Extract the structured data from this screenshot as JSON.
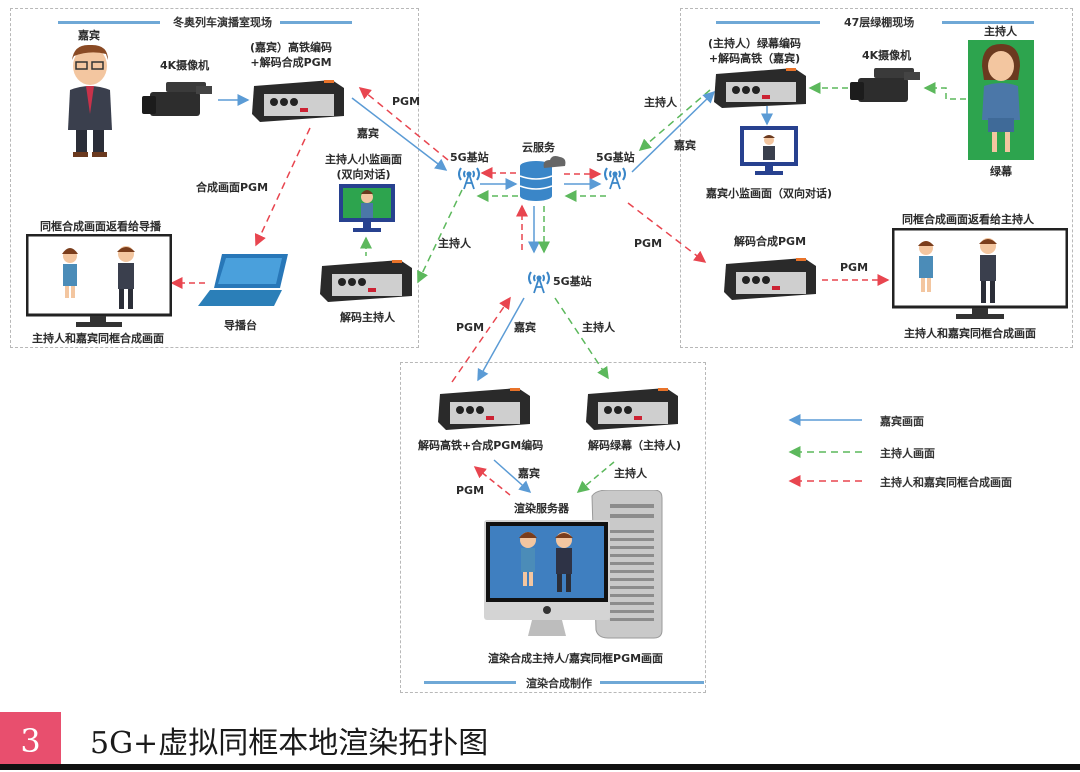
{
  "regions": {
    "train_studio": {
      "title": "冬奥列车演播室现场"
    },
    "greenscreen_47f": {
      "title": "47层绿棚现场"
    },
    "render_production": {
      "title": "渲染合成制作"
    }
  },
  "train_studio": {
    "guest_label": "嘉宾",
    "camera_label": "4K摄像机",
    "encoder_label_line1": "(嘉宾）高铁编码",
    "encoder_label_line2": "+解码合成PGM",
    "host_monitor_label_line1": "主持人小监画面",
    "host_monitor_label_line2": "(双向对话)",
    "decoder_host_label": "解码主持人",
    "director_label": "导播台",
    "return_monitor_title": "同框合成画面返看给导播",
    "return_monitor_caption": "主持人和嘉宾同框合成画面",
    "edge_pgm_composite": "合成画面PGM"
  },
  "greenscreen_47f": {
    "host_label": "主持人",
    "greenscreen_label": "绿幕",
    "camera_label": "4K摄像机",
    "encoder_label_line1": "(主持人）绿幕编码",
    "encoder_label_line2": "+解码高铁（嘉宾)",
    "guest_monitor_label": "嘉宾小监画面（双向对话)",
    "decoder_pgm_label": "解码合成PGM",
    "return_monitor_title": "同框合成画面返看给主持人",
    "return_monitor_caption": "主持人和嘉宾同框合成画面",
    "edge_pgm": "PGM"
  },
  "core": {
    "cloud_label": "云服务",
    "bs_left_label": "5G基站",
    "bs_right_label": "5G基站",
    "bs_bottom_label": "5G基站",
    "edge_left_pgm": "PGM",
    "edge_left_guest": "嘉宾",
    "edge_left_host": "主持人",
    "edge_right_host": "主持人",
    "edge_right_guest": "嘉宾",
    "edge_right_pgm": "PGM",
    "edge_bottom_pgm": "PGM",
    "edge_bottom_guest": "嘉宾",
    "edge_bottom_host": "主持人"
  },
  "render_production": {
    "decoder_train_label": "解码高铁+合成PGM编码",
    "decoder_green_label": "解码绿幕（主持人)",
    "render_server_label": "渲染服务器",
    "render_caption": "渲染合成主持人/嘉宾同框PGM画面",
    "edge_pgm": "PGM",
    "edge_guest": "嘉宾",
    "edge_host": "主持人"
  },
  "legend": {
    "items": [
      {
        "label": "嘉宾画面",
        "style": "solid",
        "color": "#5b9bd5"
      },
      {
        "label": "主持人画面",
        "style": "dashed",
        "color": "#5cb85c"
      },
      {
        "label": "主持人和嘉宾同框合成画面",
        "style": "dashed",
        "color": "#e8454f"
      }
    ]
  },
  "colors": {
    "guest": "#5b9bd5",
    "host": "#5cb85c",
    "pgm": "#e8454f",
    "accent": "#e84f6e"
  },
  "footer": {
    "number": "3",
    "title": "5G+虚拟同框本地渲染拓扑图"
  }
}
